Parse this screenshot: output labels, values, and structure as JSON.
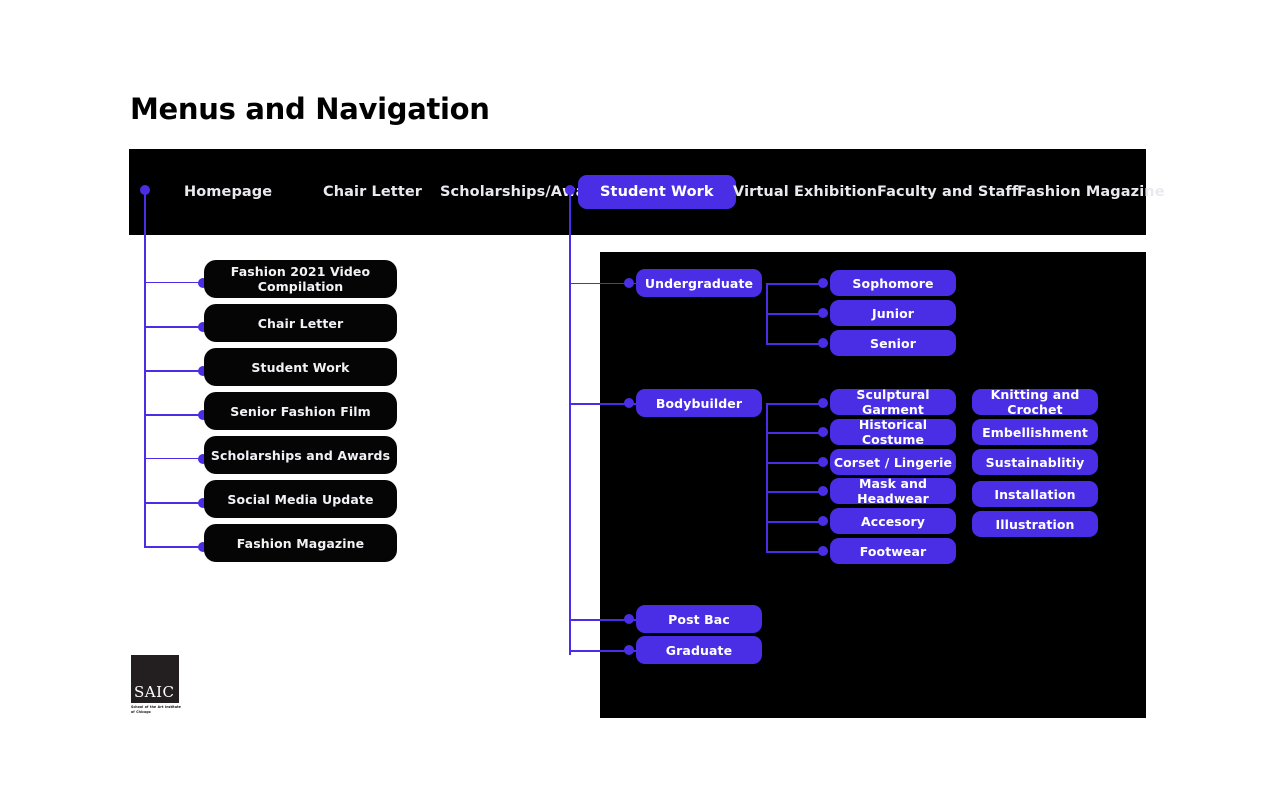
{
  "page": {
    "title": "Menus and Navigation",
    "accent_color": "#4a2ee6",
    "panel_color": "#000000",
    "background_color": "#ffffff"
  },
  "nav": {
    "items": [
      {
        "label": "Homepage",
        "active": false
      },
      {
        "label": "Chair Letter",
        "active": false
      },
      {
        "label": "Scholarships/Awards",
        "active": false
      },
      {
        "label": "Student Work",
        "active": true
      },
      {
        "label": "Virtual Exhibition",
        "active": false
      },
      {
        "label": "Faculty and Staff",
        "active": false
      },
      {
        "label": "Fashion Magazine",
        "active": false
      }
    ]
  },
  "homepage_menu": {
    "items": [
      {
        "label": "Fashion 2021 Video Compilation"
      },
      {
        "label": "Chair Letter"
      },
      {
        "label": "Student Work"
      },
      {
        "label": "Senior Fashion Film"
      },
      {
        "label": "Scholarships and Awards"
      },
      {
        "label": "Social Media Update"
      },
      {
        "label": "Fashion Magazine"
      }
    ]
  },
  "student_work_menu": {
    "groups": [
      {
        "label": "Undergraduate",
        "children": [
          "Sophomore",
          "Junior",
          "Senior"
        ]
      },
      {
        "label": "Bodybuilder",
        "children": [
          "Sculptural Garment",
          "Historical Costume",
          "Corset / Lingerie",
          "Mask and Headwear",
          "Accesory",
          "Footwear"
        ],
        "children_secondary": [
          "Knitting and Crochet",
          "Embellishment",
          "Sustainablitiy",
          "Installation",
          "Illustration"
        ]
      },
      {
        "label": "Post Bac",
        "children": []
      },
      {
        "label": "Graduate",
        "children": []
      }
    ]
  },
  "logo": {
    "wordmark": "SAIC",
    "subtext": "School of the Art Institute of Chicago"
  }
}
